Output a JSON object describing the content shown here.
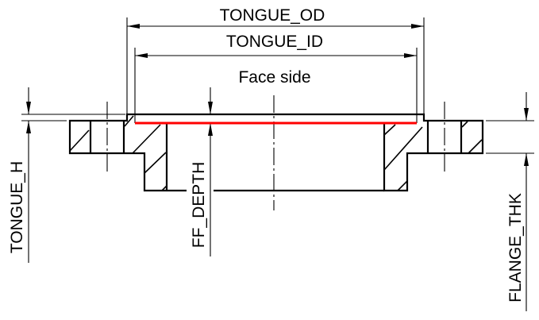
{
  "drawing": {
    "title_note": "Face side",
    "dimensions": {
      "tongue_od": "TONGUE_OD",
      "tongue_id": "TONGUE_ID",
      "tongue_h": "TONGUE_H",
      "ff_depth": "FF_DEPTH",
      "flange_thk": "FLANGE_THK"
    },
    "colors": {
      "outline": "#000000",
      "face_highlight": "#ff0000"
    }
  }
}
